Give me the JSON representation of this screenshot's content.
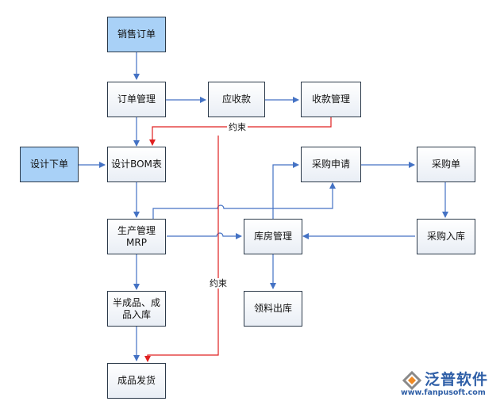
{
  "nodes": {
    "sales_order": "销售订单",
    "order_mgmt": "订单管理",
    "receivable": "应收款",
    "collection_mgmt": "收款管理",
    "design_order": "设计下单",
    "design_bom": "设计BOM表",
    "purchase_request": "采购申请",
    "purchase_order": "采购单",
    "production_mrp_line1": "生产管理",
    "production_mrp_line2": "MRP",
    "warehouse_mgmt": "库房管理",
    "purchase_inbound": "采购入库",
    "semi_finished_line1": "半成品、成",
    "semi_finished_line2": "品入库",
    "material_out": "领料出库",
    "finished_shipping": "成品发货"
  },
  "labels": {
    "constraint_top": "约束",
    "constraint_mid": "约束"
  },
  "colors": {
    "arrow_blue": "#4472c4",
    "arrow_red": "#e02020",
    "node_blue": "#a9d1f7",
    "brand": "#2f5fa7"
  },
  "logo": {
    "name": "泛普软件",
    "url": "www.fanpusoft.com"
  }
}
